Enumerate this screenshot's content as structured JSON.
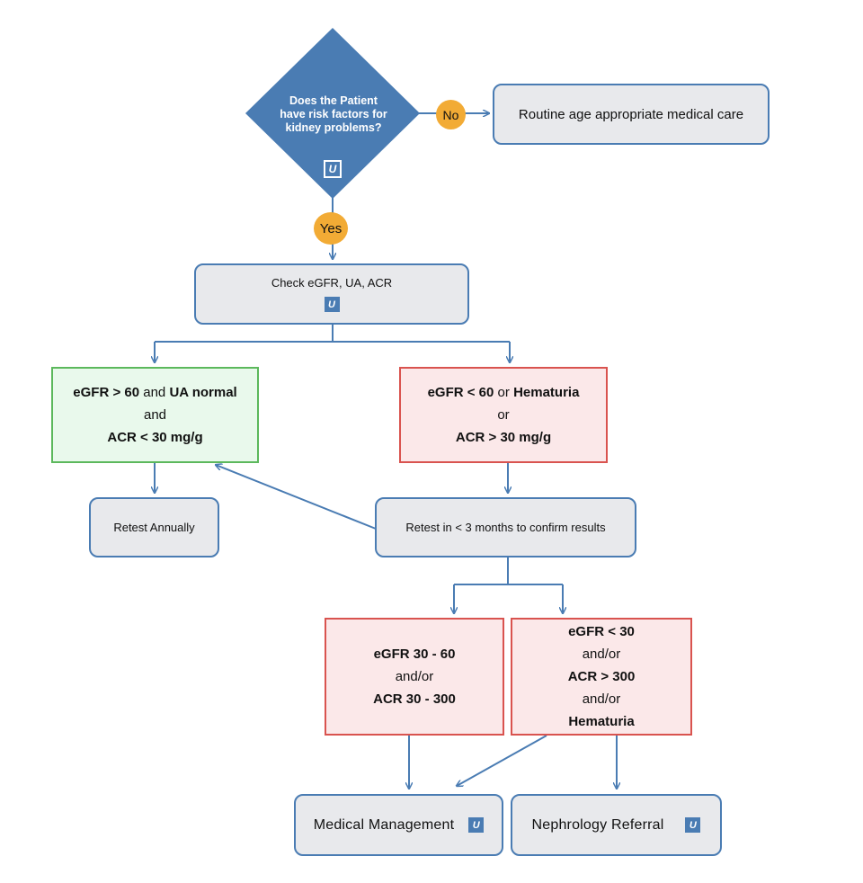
{
  "decision": {
    "question_lines": [
      "Does the Patient",
      "have risk factors for",
      "kidney problems?"
    ],
    "badge": "U",
    "no_label": "No",
    "yes_label": "Yes"
  },
  "routine_care": {
    "text": "Routine age appropriate medical care"
  },
  "check": {
    "text": "Check eGFR, UA, ACR",
    "badge": "U"
  },
  "normal_result": {
    "line1_bold_a": "eGFR > 60",
    "line1_mid": " and ",
    "line1_bold_b": "UA normal",
    "line2": "and",
    "line3": "ACR < 30 mg/g"
  },
  "abnormal_result": {
    "line1_bold_a": "eGFR < 60",
    "line1_mid": " or ",
    "line1_bold_b": "Hematuria",
    "line2": "or",
    "line3": "ACR > 30 mg/g"
  },
  "retest_annually": {
    "text": "Retest Annually"
  },
  "retest_confirm": {
    "text": "Retest in < 3 months to confirm results"
  },
  "moderate": {
    "line1": "eGFR 30 - 60",
    "line2": "and/or",
    "line3": "ACR 30 - 300"
  },
  "severe": {
    "line1": "eGFR < 30",
    "line2": "and/or",
    "line3": "ACR > 300",
    "line4": "and/or",
    "line5": "Hematuria"
  },
  "medical_management": {
    "text": "Medical Management",
    "badge": "U"
  },
  "nephrology_referral": {
    "text": "Nephrology Referral",
    "badge": "U"
  },
  "colors": {
    "blue": "#4a7cb3",
    "orange": "#f2ab35",
    "green": "#5cb85c",
    "red": "#d9534f"
  }
}
